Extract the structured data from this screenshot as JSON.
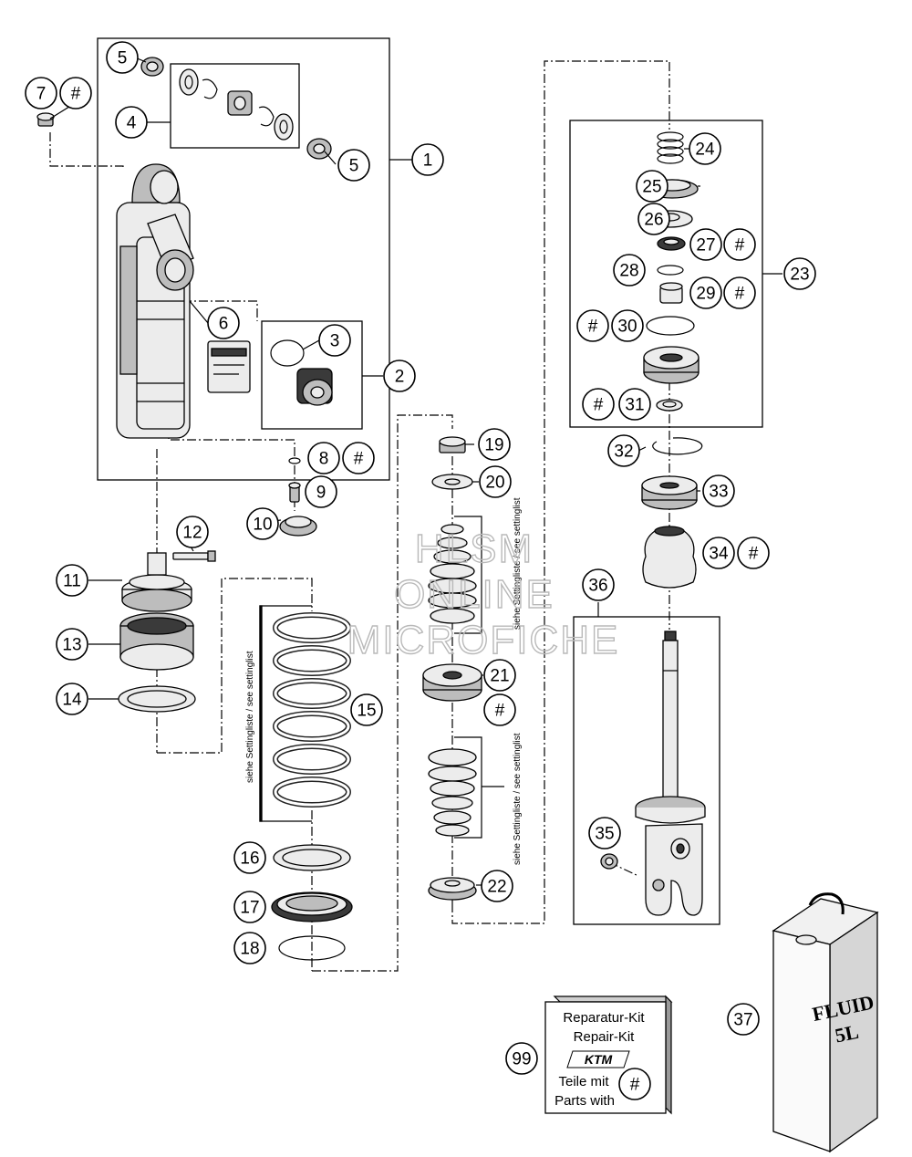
{
  "callouts": [
    {
      "label": "5"
    },
    {
      "label": "7"
    },
    {
      "label": "#"
    },
    {
      "label": "4"
    },
    {
      "label": "5"
    },
    {
      "label": "1"
    },
    {
      "label": "6"
    },
    {
      "label": "3"
    },
    {
      "label": "2"
    },
    {
      "label": "8"
    },
    {
      "label": "#"
    },
    {
      "label": "9"
    },
    {
      "label": "10"
    },
    {
      "label": "12"
    },
    {
      "label": "11"
    },
    {
      "label": "13"
    },
    {
      "label": "14"
    },
    {
      "label": "15"
    },
    {
      "label": "16"
    },
    {
      "label": "17"
    },
    {
      "label": "18"
    },
    {
      "label": "19"
    },
    {
      "label": "20"
    },
    {
      "label": "21"
    },
    {
      "label": "#"
    },
    {
      "label": "22"
    },
    {
      "label": "24"
    },
    {
      "label": "25"
    },
    {
      "label": "26"
    },
    {
      "label": "27"
    },
    {
      "label": "#"
    },
    {
      "label": "28"
    },
    {
      "label": "29"
    },
    {
      "label": "#"
    },
    {
      "label": "23"
    },
    {
      "label": "#"
    },
    {
      "label": "30"
    },
    {
      "label": "#"
    },
    {
      "label": "31"
    },
    {
      "label": "32"
    },
    {
      "label": "33"
    },
    {
      "label": "34"
    },
    {
      "label": "#"
    },
    {
      "label": "36"
    },
    {
      "label": "35"
    },
    {
      "label": "37"
    },
    {
      "label": "99"
    },
    {
      "label": "#"
    }
  ],
  "setting_note": "siehe Settingliste / see settinglist",
  "watermark": [
    "HLSM",
    "ONLINE",
    "MICROFICHE"
  ],
  "repair_kit": {
    "line1": "Reparatur-Kit",
    "line2": "Repair-Kit",
    "logo": "KTM",
    "line3": "Teile mit",
    "line4": "Parts with"
  },
  "fluid_can": {
    "line1": "FLUID",
    "line2": "5L"
  }
}
